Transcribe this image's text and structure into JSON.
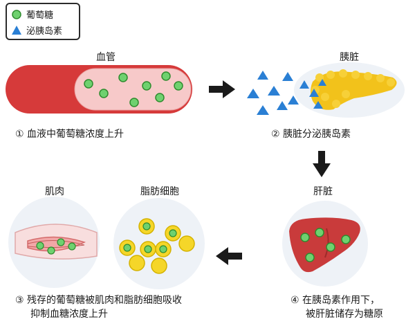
{
  "legend": {
    "glucose": "葡萄糖",
    "insulin": "泌胰岛素"
  },
  "labels": {
    "blood_vessel": "血管",
    "pancreas": "胰脏",
    "liver": "肝脏",
    "muscle": "肌肉",
    "fat_cells": "脂肪细胞"
  },
  "steps": {
    "step1": "① 血液中葡萄糖浓度上升",
    "step2": "② 胰脏分泌胰岛素",
    "step3_line1": "③ 残存的葡萄糖被肌肉和脂肪细胞吸收",
    "step3_line2": "抑制血糖浓度上升",
    "step4_line1": "④ 在胰岛素作用下，",
    "step4_line2": "被肝脏储存为糖原"
  },
  "colors": {
    "glucose": "#6fd16f",
    "insulin": "#2a7fd4",
    "vessel": "#d63a3a",
    "pancreas": "#f2c21b",
    "liver": "#c93b3b",
    "fat": "#f5d629",
    "arrow": "#1a1a1a"
  }
}
